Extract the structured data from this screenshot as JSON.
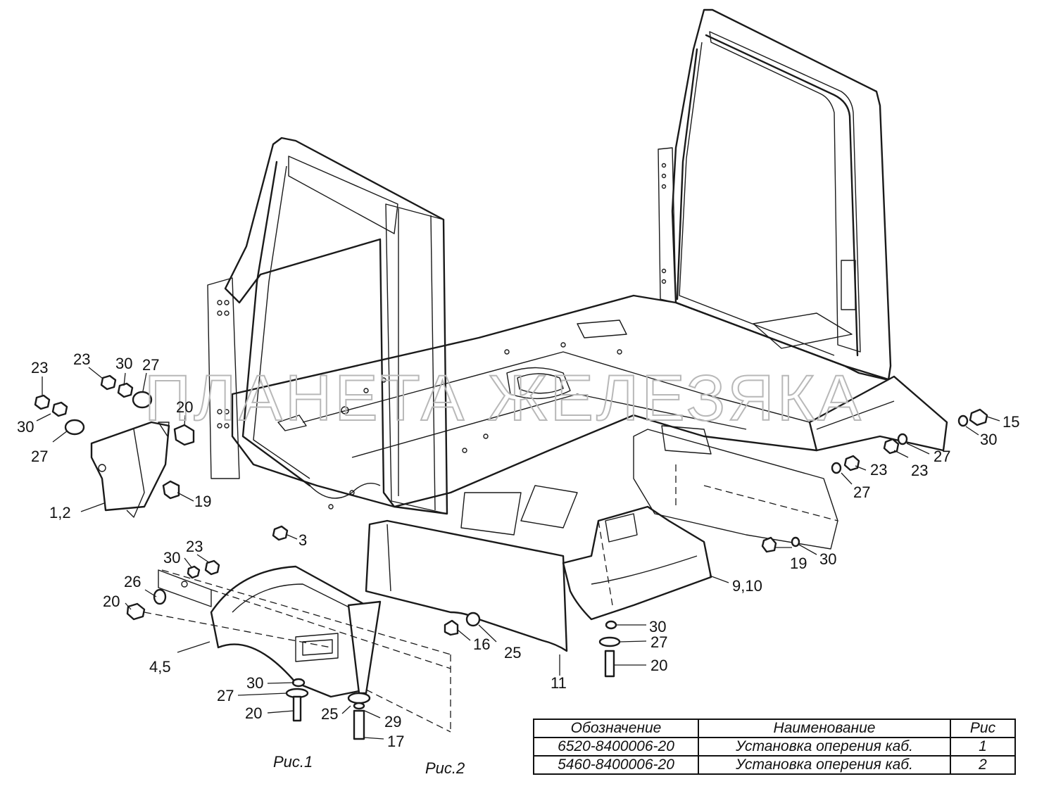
{
  "watermark": "ПЛАНЕТА ЖЕЛЕЗЯКА",
  "callouts": [
    {
      "id": "c1",
      "text": "23"
    },
    {
      "id": "c2",
      "text": "23"
    },
    {
      "id": "c3",
      "text": "30"
    },
    {
      "id": "c4",
      "text": "27"
    },
    {
      "id": "c5",
      "text": "30"
    },
    {
      "id": "c6",
      "text": "27"
    },
    {
      "id": "c7",
      "text": "20"
    },
    {
      "id": "c8",
      "text": "1,2"
    },
    {
      "id": "c9",
      "text": "19"
    },
    {
      "id": "c10",
      "text": "3"
    },
    {
      "id": "c11",
      "text": "30"
    },
    {
      "id": "c12",
      "text": "23"
    },
    {
      "id": "c13",
      "text": "26"
    },
    {
      "id": "c14",
      "text": "20"
    },
    {
      "id": "c15",
      "text": "4,5"
    },
    {
      "id": "c16",
      "text": "30"
    },
    {
      "id": "c17",
      "text": "27"
    },
    {
      "id": "c18",
      "text": "20"
    },
    {
      "id": "c19",
      "text": "25"
    },
    {
      "id": "c20",
      "text": "29"
    },
    {
      "id": "c21",
      "text": "17"
    },
    {
      "id": "c22",
      "text": "16"
    },
    {
      "id": "c23",
      "text": "25"
    },
    {
      "id": "c24",
      "text": "11"
    },
    {
      "id": "c25",
      "text": "30"
    },
    {
      "id": "c26",
      "text": "27"
    },
    {
      "id": "c27",
      "text": "20"
    },
    {
      "id": "c28",
      "text": "9,10"
    },
    {
      "id": "c29",
      "text": "19"
    },
    {
      "id": "c30",
      "text": "30"
    },
    {
      "id": "c31",
      "text": "27"
    },
    {
      "id": "c32",
      "text": "23"
    },
    {
      "id": "c33",
      "text": "23"
    },
    {
      "id": "c34",
      "text": "27"
    },
    {
      "id": "c35",
      "text": "30"
    },
    {
      "id": "c36",
      "text": "15"
    }
  ],
  "figure_labels": {
    "fig1": "Рис.1",
    "fig2": "Рис.2"
  },
  "table": {
    "headers": [
      "Обозначение",
      "Наименование",
      "Рис"
    ],
    "rows": [
      [
        "6520-8400006-20",
        "Установка оперения каб.",
        "1"
      ],
      [
        "5460-8400006-20",
        "Установка оперения каб.",
        "2"
      ]
    ]
  }
}
